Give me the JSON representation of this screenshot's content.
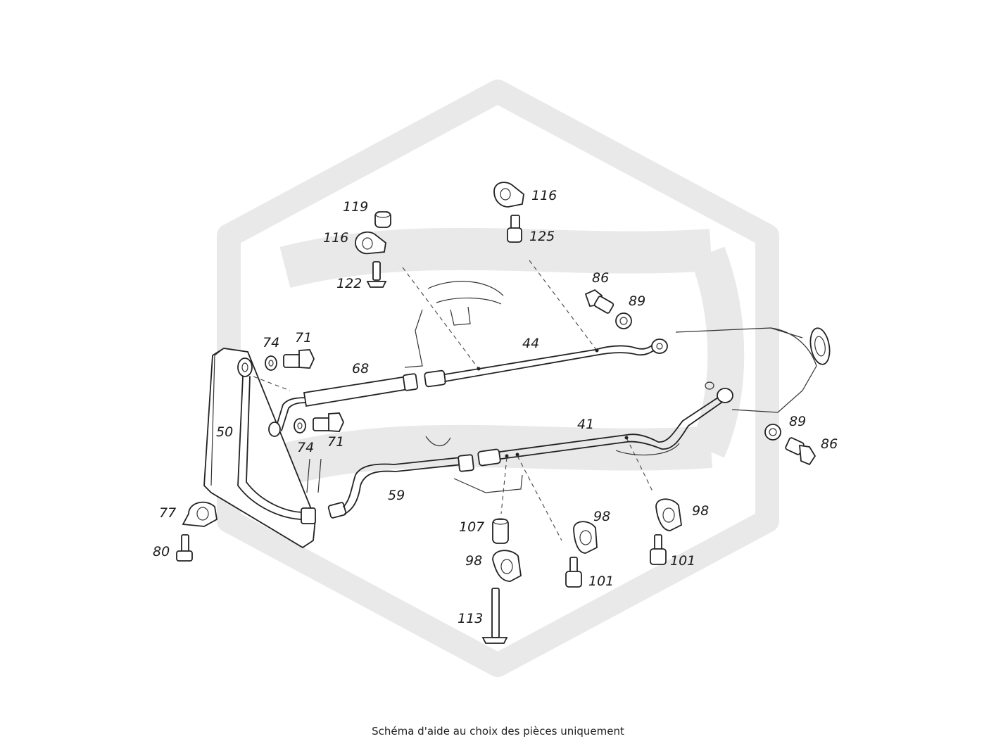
{
  "watermark": {
    "logo_name": "hexagon-s-logo",
    "color": "#e9e9e9"
  },
  "caption": "Schéma d'aide au choix des pièces uniquement",
  "callouts": [
    {
      "id": "c119",
      "text": "119"
    },
    {
      "id": "c116a",
      "text": "116"
    },
    {
      "id": "c122",
      "text": "122"
    },
    {
      "id": "c116b",
      "text": "116"
    },
    {
      "id": "c125",
      "text": "125"
    },
    {
      "id": "c86a",
      "text": "86"
    },
    {
      "id": "c89a",
      "text": "89"
    },
    {
      "id": "c74a",
      "text": "74"
    },
    {
      "id": "c71a",
      "text": "71"
    },
    {
      "id": "c68",
      "text": "68"
    },
    {
      "id": "c44",
      "text": "44"
    },
    {
      "id": "c50",
      "text": "50"
    },
    {
      "id": "c74b",
      "text": "74"
    },
    {
      "id": "c71b",
      "text": "71"
    },
    {
      "id": "c41",
      "text": "41"
    },
    {
      "id": "c89b",
      "text": "89"
    },
    {
      "id": "c86b",
      "text": "86"
    },
    {
      "id": "c77",
      "text": "77"
    },
    {
      "id": "c80",
      "text": "80"
    },
    {
      "id": "c59",
      "text": "59"
    },
    {
      "id": "c107",
      "text": "107"
    },
    {
      "id": "c98a",
      "text": "98"
    },
    {
      "id": "c98b",
      "text": "98"
    },
    {
      "id": "c98c",
      "text": "98"
    },
    {
      "id": "c101a",
      "text": "101"
    },
    {
      "id": "c101b",
      "text": "101"
    },
    {
      "id": "c113",
      "text": "113"
    }
  ]
}
